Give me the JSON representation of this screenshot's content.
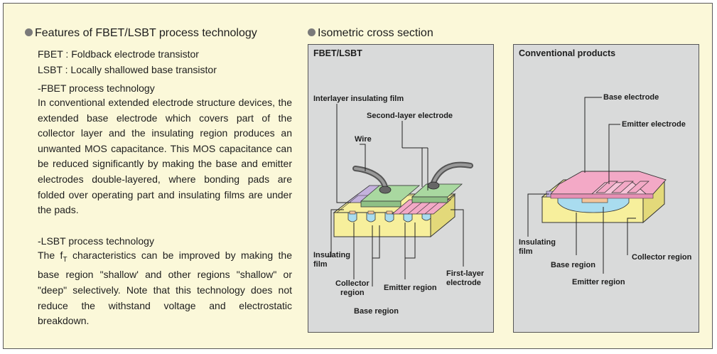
{
  "left": {
    "heading": "Features of FBET/LSBT process technology",
    "def1": "FBET : Foldback electrode transistor",
    "def2": "LSBT : Locally shallowed base transistor",
    "fbet_title": "-FBET process technology",
    "fbet_body": "In conventional extended electrode structure devices, the extended base electrode which covers part of the collector layer and the insulating region produces an unwanted MOS capacitance. This MOS capacitance can be reduced significantly by making the base and emitter electrodes double-layered, where bonding pads are folded over operating part and insulating films are under the pads.",
    "lsbt_title": "-LSBT process technology",
    "lsbt_body_pre": "The f",
    "lsbt_body_sub": "T",
    "lsbt_body_post": " characteristics can be improved by making the base region \"shallow' and other regions \"shallow\" or \"deep\" selectively. Note that this technology does not reduce the withstand voltage and electrostatic breakdown."
  },
  "right": {
    "heading": "Isometric cross section"
  },
  "fbet_panel": {
    "title": "FBET/LSBT",
    "labels": {
      "interlayer": "Interlayer insulating film",
      "second_layer": "Second-layer electrode",
      "wire": "Wire",
      "insulating_film": "Insulating\nfilm",
      "collector_region": "Collector\nregion",
      "emitter_region": "Emitter region",
      "first_layer": "First-layer\nelectrode",
      "base_region": "Base region"
    }
  },
  "conv_panel": {
    "title": "Conventional products",
    "labels": {
      "base_electrode": "Base electrode",
      "emitter_electrode": "Emitter electrode",
      "insulating_film": "Insulating\nfilm",
      "base_region": "Base region",
      "collector_region": "Collector region",
      "emitter_region": "Emitter region"
    }
  },
  "colors": {
    "background": "#fbf8d9",
    "panel": "#d9dada",
    "substrate": "#f7ef9c",
    "base_region": "#a9dcef",
    "electrode": "#f3a9c6",
    "second_layer": "#a9d8a0",
    "insulating": "#c4b2dd",
    "emitter": "#f3c49a"
  }
}
